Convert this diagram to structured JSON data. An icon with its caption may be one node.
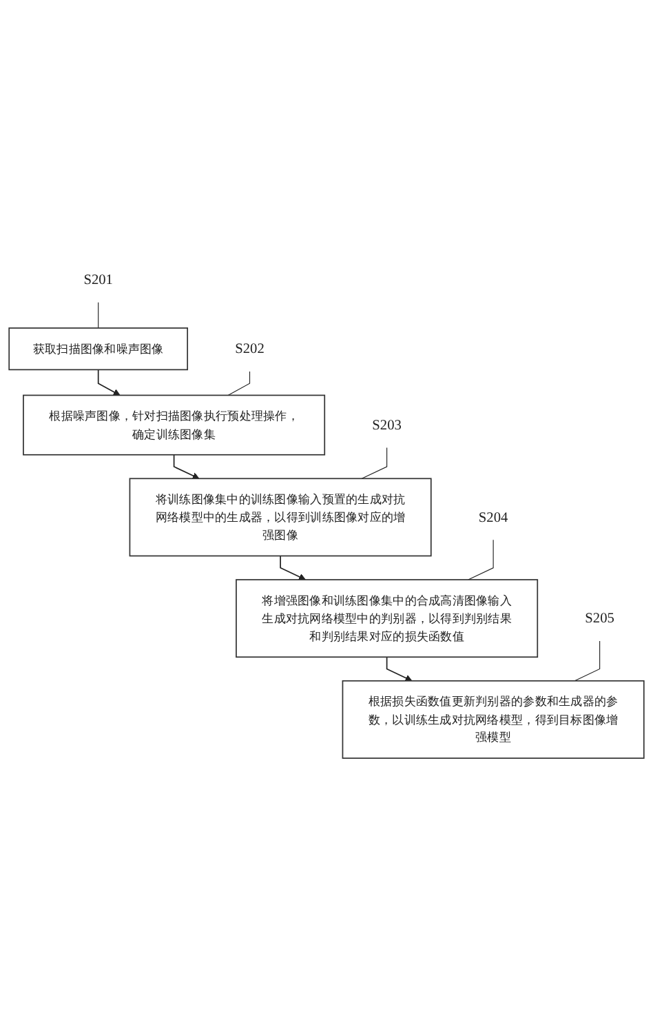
{
  "diagram": {
    "nodes": [
      {
        "text": [
          "获取扫描图像和噪声图像"
        ]
      },
      {
        "text": [
          "S201"
        ]
      },
      {
        "text": [
          "根据噪声图像，针对扫描图像执行预处理操作，确定训练图像集"
        ]
      },
      {
        "text": [
          "S202"
        ]
      },
      {
        "text": [
          "将训练图像集中的训练图像输入预置的生成对抗网络模型中的生成器，以得到训练图像对应的增强图像"
        ]
      },
      {
        "text": [
          "S203"
        ]
      },
      {
        "text": [
          "将增强图像和训练图像集中的合成高清图像输入生成对抗网络模型中的判别器，以得到判别结果和判别结果对应的损失函数值"
        ]
      },
      {
        "text": [
          "S204"
        ]
      },
      {
        "text": [
          "根据损失函数值更新判别器的参数和生成器的参数，以训练生成对抗网络模型，得到目标图像增强模型"
        ]
      },
      {
        "text": [
          "S205"
        ]
      }
    ],
    "edges": [
      {
        "from": 0,
        "to": 2,
        "arrow": "to"
      },
      {
        "from": 2,
        "to": 4,
        "arrow": "to"
      },
      {
        "from": 4,
        "to": 6,
        "arrow": "to"
      },
      {
        "from": 6,
        "to": 8,
        "arrow": "to"
      },
      {
        "from": 1,
        "to": 0,
        "arrow": "none"
      },
      {
        "from": 3,
        "to": 2,
        "arrow": "none"
      },
      {
        "from": 5,
        "to": 4,
        "arrow": "none"
      },
      {
        "from": 7,
        "to": 6,
        "arrow": "none"
      },
      {
        "from": 9,
        "to": 8,
        "arrow": "none"
      }
    ]
  }
}
